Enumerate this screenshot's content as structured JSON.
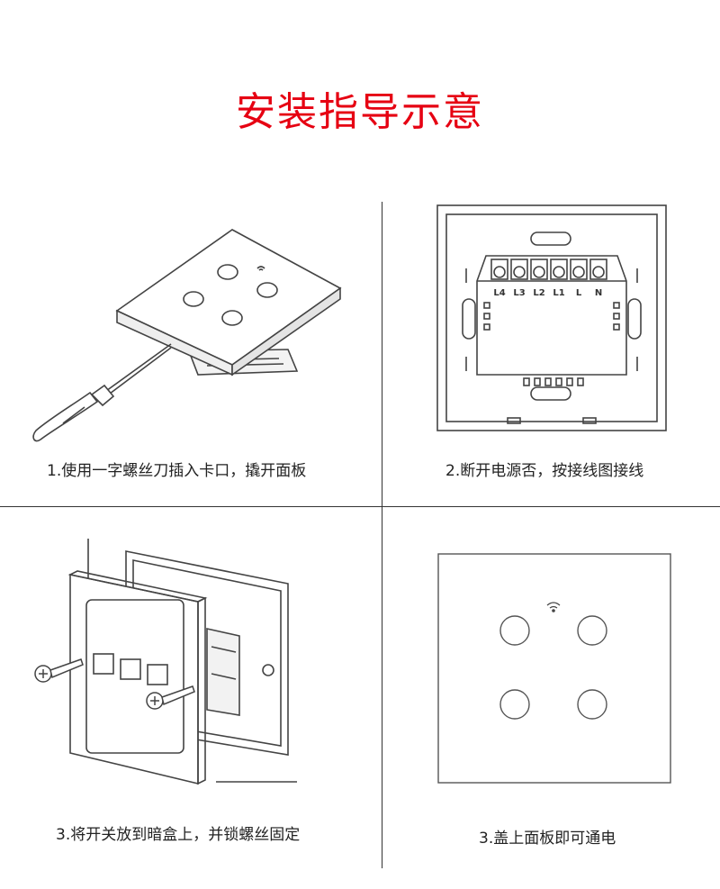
{
  "title": "安装指导示意",
  "steps": [
    {
      "caption": "1.使用一字螺丝刀插入卡口，撬开面板"
    },
    {
      "caption": "2.断开电源否，按接线图接线"
    },
    {
      "caption": "3.将开关放到暗盒上，并锁螺丝固定"
    },
    {
      "caption": "3.盖上面板即可通电"
    }
  ],
  "terminals": [
    "L4",
    "L3",
    "L2",
    "L1",
    "L",
    "N"
  ],
  "colors": {
    "title": "#e60012",
    "line": "#333333"
  }
}
